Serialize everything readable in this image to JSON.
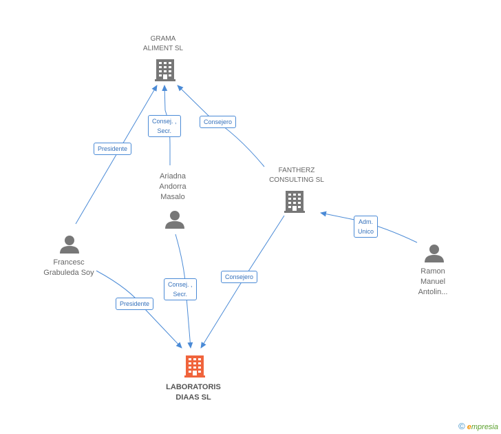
{
  "nodes": {
    "grama": {
      "label": "GRAMA\nALIMENT SL",
      "type": "company"
    },
    "fantherz": {
      "label": "FANTHERZ\nCONSULTING SL",
      "type": "company"
    },
    "laboratoris": {
      "label": "LABORATORIS\nDIAAS SL",
      "type": "company-focus"
    },
    "ariadna": {
      "label": "Ariadna\nAndorra\nMasalo",
      "type": "person"
    },
    "francesc": {
      "label": "Francesc\nGrabuleda Soy",
      "type": "person"
    },
    "ramon": {
      "label": "Ramon\nManuel\nAntolin...",
      "type": "person"
    }
  },
  "edges": {
    "francesc_grama": "Presidente",
    "ariadna_grama": "Consej. ,\nSecr.",
    "fantherz_grama": "Consejero",
    "ramon_fantherz": "Adm.\nUnico",
    "francesc_lab": "Presidente",
    "ariadna_lab": "Consej. ,\nSecr.",
    "fantherz_lab": "Consejero"
  },
  "colors": {
    "edge": "#4a8ad6",
    "company_icon": "#777777",
    "focus_icon": "#f0643c",
    "person_icon": "#777777"
  },
  "footer": {
    "copyright": "©",
    "brand_e": "e",
    "brand_rest": "mpresia"
  }
}
